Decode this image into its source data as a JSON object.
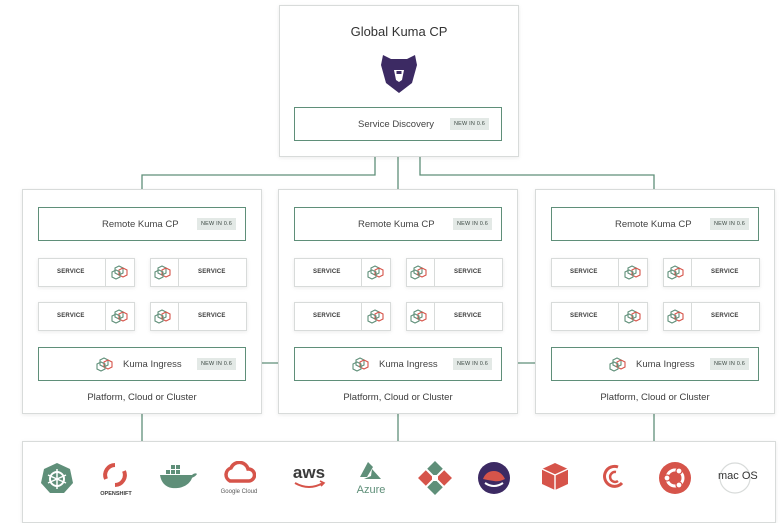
{
  "global": {
    "title": "Global Kuma CP",
    "service_discovery": "Service Discovery",
    "badge": "NEW IN 0.6"
  },
  "zones": [
    {
      "remote_cp": "Remote Kuma CP",
      "remote_badge": "NEW IN 0.6",
      "services": [
        "SERVICE",
        "SERVICE",
        "SERVICE",
        "SERVICE"
      ],
      "ingress": "Kuma Ingress",
      "ingress_badge": "NEW IN 0.6",
      "footer": "Platform, Cloud or Cluster"
    },
    {
      "remote_cp": "Remote Kuma CP",
      "remote_badge": "NEW IN 0.6",
      "services": [
        "SERVICE",
        "SERVICE",
        "SERVICE",
        "SERVICE"
      ],
      "ingress": "Kuma Ingress",
      "ingress_badge": "NEW IN 0.6",
      "footer": "Platform, Cloud or Cluster"
    },
    {
      "remote_cp": "Remote Kuma CP",
      "remote_badge": "NEW IN 0.6",
      "services": [
        "SERVICE",
        "SERVICE",
        "SERVICE",
        "SERVICE"
      ],
      "ingress": "Kuma Ingress",
      "ingress_badge": "NEW IN 0.6",
      "footer": "Platform, Cloud or Cluster"
    }
  ],
  "platforms": [
    {
      "name": "kubernetes-icon",
      "label": ""
    },
    {
      "name": "openshift-icon",
      "label": "OPENSHIFT"
    },
    {
      "name": "docker-icon",
      "label": ""
    },
    {
      "name": "google-cloud-icon",
      "label": "Google Cloud"
    },
    {
      "name": "aws-icon",
      "label": "aws"
    },
    {
      "name": "azure-icon",
      "label": "Azure"
    },
    {
      "name": "centos-icon",
      "label": ""
    },
    {
      "name": "redhat-icon",
      "label": ""
    },
    {
      "name": "aws-box-icon",
      "label": ""
    },
    {
      "name": "debian-icon",
      "label": ""
    },
    {
      "name": "ubuntu-icon",
      "label": ""
    },
    {
      "name": "macos-icon",
      "label": "mac OS"
    }
  ],
  "colors": {
    "line": "#5f8f79",
    "bear": "#3c2a63",
    "cube_red": "#d6544a",
    "cube_green": "#5f8f79"
  }
}
